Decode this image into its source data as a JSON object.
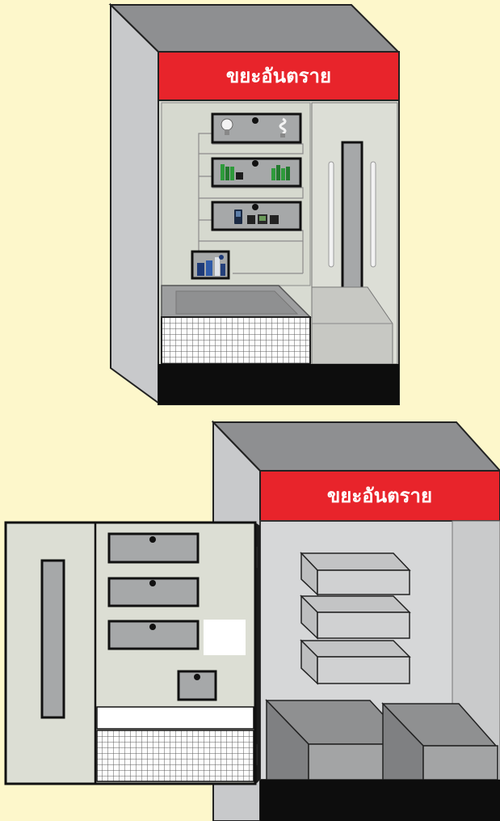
{
  "colors": {
    "background": "#FDF7CB",
    "sign_red": "#E8242B",
    "cabinet_side": "#C9CACC",
    "cabinet_top": "#8C8D8F",
    "interior": "#D9DCD2",
    "drawer": "#A7A8AA",
    "base": "#0D0D0D"
  },
  "cabinet_closed": {
    "sign_label": "ขยะอันตราย",
    "drawer_icons": [
      "light-bulb-icon",
      "battery-icon",
      "mobile-phone-icon"
    ],
    "small_box_icon": "spray-can-icon"
  },
  "cabinet_open": {
    "sign_label": "ขยะอันตราย",
    "door_drawers": 3,
    "shelves": 3
  }
}
